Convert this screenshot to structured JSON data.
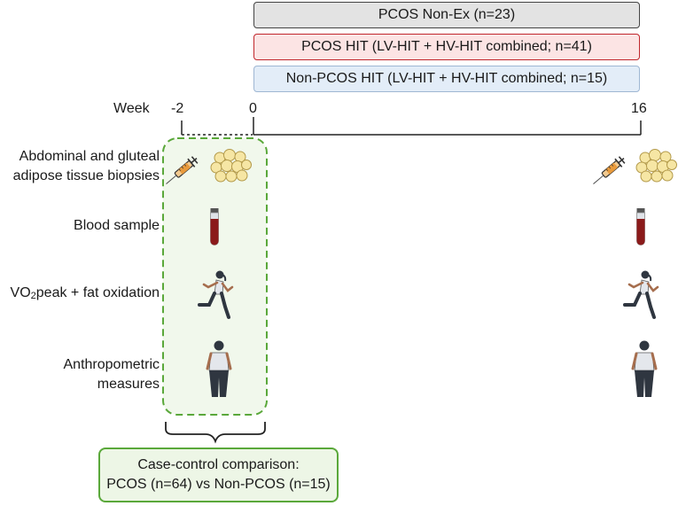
{
  "groups": {
    "nonex": "PCOS Non-Ex (n=23)",
    "pcos_hit": "PCOS HIT (LV-HIT + HV-HIT combined; n=41)",
    "nonpcos_hit": "Non-PCOS HIT (LV-HIT + HV-HIT combined; n=15)"
  },
  "timeline": {
    "week_label": "Week",
    "ticks": [
      "-2",
      "0",
      "16"
    ]
  },
  "rows": {
    "biopsy_line1": "Abdominal and gluteal",
    "biopsy_line2": "adipose tissue biopsies",
    "blood": "Blood sample",
    "vo2_prefix": "VO",
    "vo2_sub": "2",
    "vo2_suffix": "peak + fat oxidation",
    "anthro_line1": "Anthropometric",
    "anthro_line2": "measures"
  },
  "comparison": {
    "line1": "Case-control comparison:",
    "line2": "PCOS (n=64) vs Non-PCOS (n=15)"
  },
  "colors": {
    "pcos_hit_border": "#c0262c",
    "nonpcos_hit_border": "#9fb7d3",
    "baseline_dash": "#5aa83a",
    "blood": "#8b1a1a"
  },
  "icons": [
    "syringe-icon",
    "adipose-tissue-icon",
    "blood-tube-icon",
    "runner-icon",
    "person-icon"
  ]
}
